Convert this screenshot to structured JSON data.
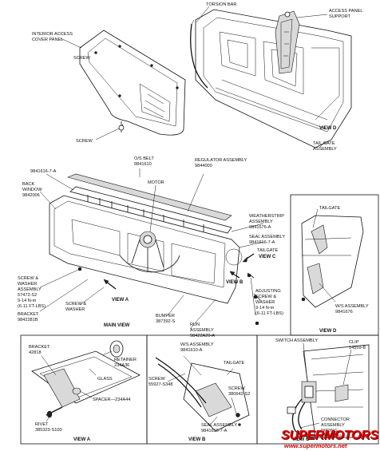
{
  "top_section": {
    "torsion_bar": "TORSION BAR",
    "access_panel_support_1": "ACCESS PANEL",
    "access_panel_support_2": "SUPPORT",
    "interior_panel_1": "INTERIOR ACCESS",
    "interior_panel_2": "COVER PANEL",
    "screw": "SCREW",
    "screw2": "SCREW",
    "tail_gate_1": "TAIL GATE",
    "tail_gate_2": "ASSEMBLY"
  },
  "main_view": {
    "title": "MAIN VIEW",
    "os_belt_1": "O/S BELT",
    "os_belt_2": "9841610",
    "regulator_1": "REGULATOR ASSEMBLY",
    "regulator_2": "9844000",
    "part_9841616": "9841616-7-A",
    "motor": "MOTOR",
    "back_window_1": "BACK",
    "back_window_2": "WINDOW",
    "back_window_3": "9842006",
    "weatherstrip_1": "WEATHERSTRIP",
    "weatherstrip_2": "ASSEMBLY",
    "weatherstrip_3": "9841676-A",
    "seal_1": "SEAL ASSEMBLY",
    "seal_2": "9841616-7-A",
    "tailgate": "TAILGATE",
    "view_c": "VIEW C",
    "view_b": "VIEW B",
    "screw_washer_1": "SCREW &",
    "screw_washer_2": "WASHER",
    "screw_washer_3": "ASSEMBLY",
    "screw_washer_4": "57472-S2",
    "screw_washer_5": "9-14 N-m",
    "screw_washer_6": "(6-11 FT-LBS)",
    "bracket_1": "BRACKET",
    "bracket_2": "9842281B",
    "screw_washer_b1": "SCREW &",
    "screw_washer_b2": "WASHER",
    "view_a": "VIEW A",
    "bumper_1": "BUMPER",
    "bumper_2": "387392-S",
    "adjusting_1": "ADJUSTING",
    "adjusting_2": "SCREW &",
    "adjusting_3": "WASHER",
    "adjusting_4": "9-14 N-m",
    "adjusting_5": "(6-11 FT-LBS)",
    "run_1": "RUN",
    "run_2": "ASSEMBLY",
    "run_3": "98422A20-A"
  },
  "view_d": {
    "title": "VIEW D",
    "tailgate": "TAILGATE",
    "ws_1": "W/S ASSEMBLY",
    "ws_2": "9841676"
  },
  "view_a": {
    "title": "VIEW A",
    "bracket_1": "BRACKET",
    "bracket_2": "42818",
    "retainer_1": "RETAINER",
    "retainer_2": "234A36",
    "glass": "GLASS",
    "spacer": "SPACER—234A44",
    "rivet_1": "RIVET",
    "rivet_2": "385323-S100"
  },
  "view_b": {
    "title": "VIEW B",
    "ws_1": "W/S ASSEMBLY",
    "ws_2": "9841610-A",
    "tailgate": "TAILGATE",
    "screw_1": "SCREW",
    "screw_2": "55927-S348",
    "screw_r1": "SCREW",
    "screw_r2": "380642-S2",
    "seal_1": "SEAL ASSEMBLY",
    "seal_2": "9841616-7-A"
  },
  "view_c": {
    "title": "VIEW C",
    "switch": "SWITCH ASSEMBLY",
    "clip_1": "CLIP",
    "clip_2": "14559-B",
    "connector_1": "CONNECTOR",
    "connector_2": "ASSEMBLY",
    "wiring_1": "WIRING",
    "wiring_2": "ASSEMBLY"
  },
  "logo": {
    "brand": "SUPERMOTORS",
    "url": "www.supermotors.net",
    "brand_color": "#e00000"
  }
}
